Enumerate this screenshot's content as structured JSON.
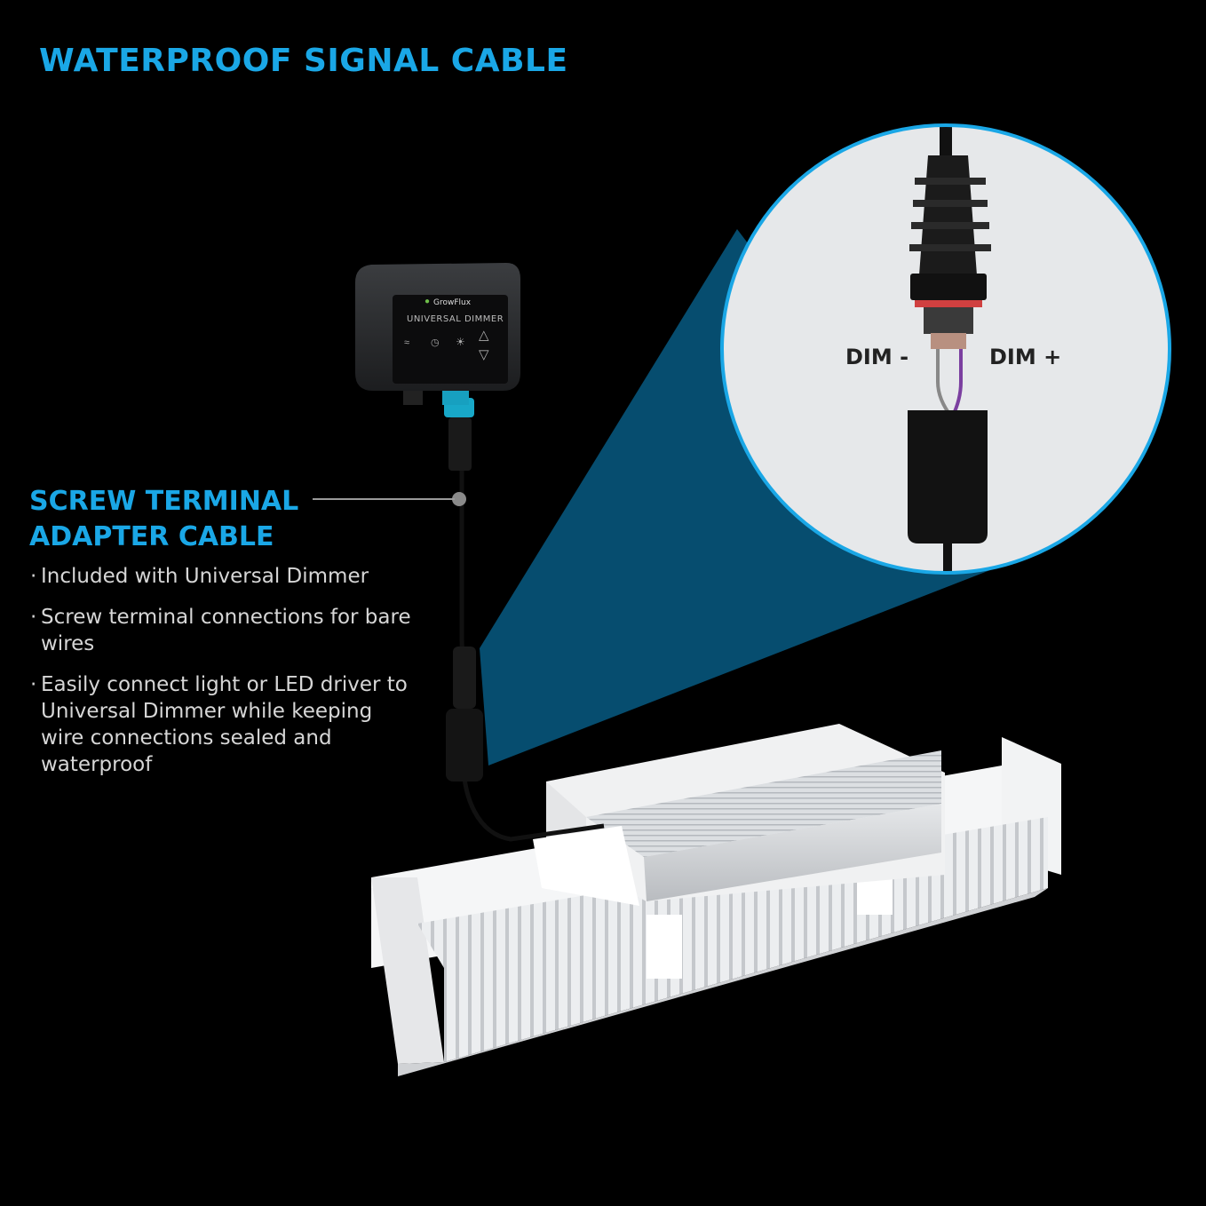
{
  "title": "WATERPROOF SIGNAL CABLE",
  "callout": {
    "title_line1": "SCREW TERMINAL",
    "title_line2": "ADAPTER CABLE",
    "bullets": [
      "Included with Universal Dimmer",
      "Screw terminal connections for bare wires",
      "Easily connect light or LED driver to Universal Dimmer while keeping wire connections sealed and waterproof"
    ]
  },
  "dimmer": {
    "brand": "GrowFlux",
    "label": "UNIVERSAL DIMMER",
    "icon_names": [
      "wifi-icon",
      "clock-icon",
      "sun-icon",
      "arrow-up-icon",
      "arrow-down-icon"
    ]
  },
  "detail": {
    "dim_minus": "DIM -",
    "dim_plus": "DIM +"
  },
  "colors": {
    "accent": "#1aa7e6",
    "zoom_beam": "#064d6f",
    "circle_bg": "#e6e8ea",
    "wire_purple": "#7b3fa0"
  }
}
